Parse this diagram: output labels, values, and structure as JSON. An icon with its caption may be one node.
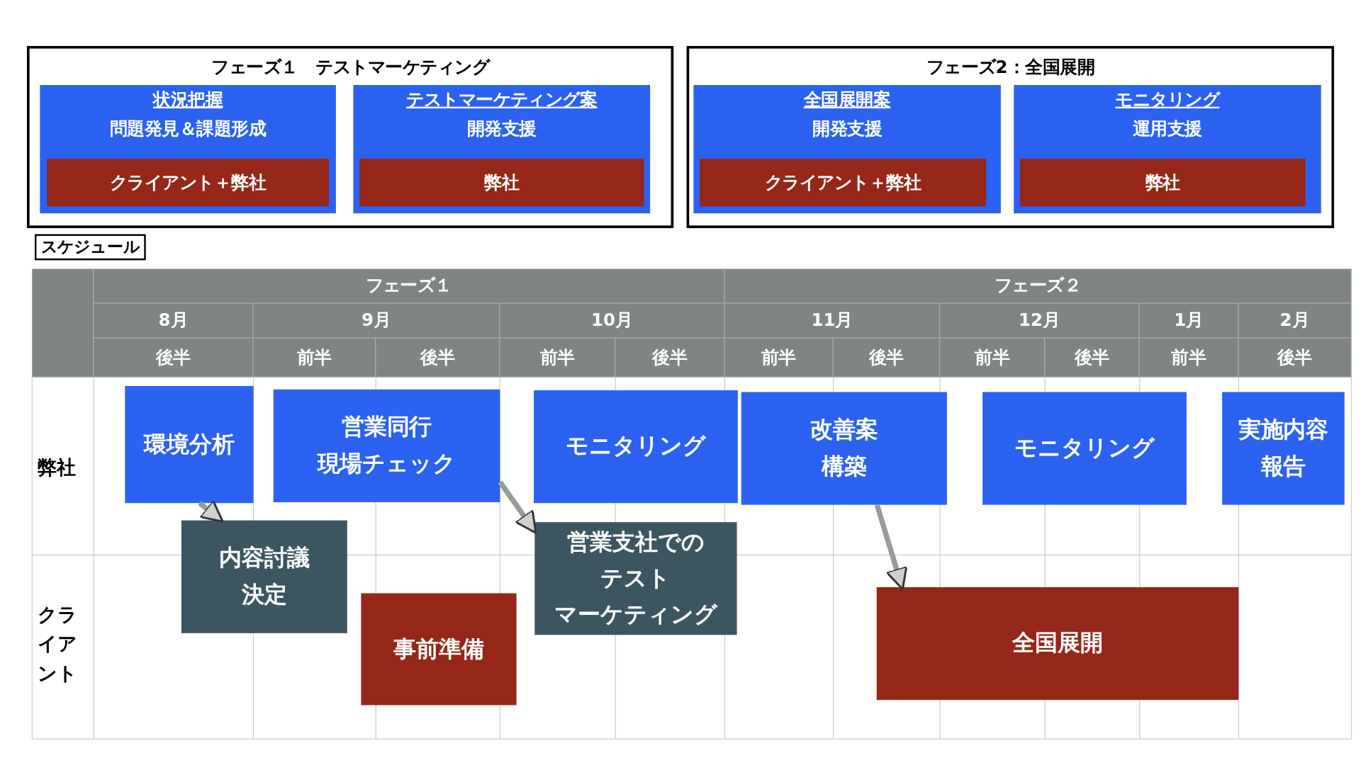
{
  "diagram": {
    "nodes": [
      {
        "text": [
          "フェーズ１　テストマーケティング"
        ]
      },
      {
        "text": [
          "状況把握",
          "問題発見＆課題形成"
        ],
        "in": 0
      },
      {
        "text": [
          "クライアント＋弊社"
        ],
        "in": 1
      },
      {
        "text": [
          "テストマーケティング案",
          "開発支援"
        ],
        "in": 0
      },
      {
        "text": [
          "弊社"
        ],
        "in": 3
      },
      {
        "text": [
          "フェーズ2：全国展開"
        ]
      },
      {
        "text": [
          "全国展開案",
          "開発支援"
        ],
        "in": 5
      },
      {
        "text": [
          "クライアント＋弊社"
        ],
        "in": 6
      },
      {
        "text": [
          "モニタリング",
          "運用支援"
        ],
        "in": 5
      },
      {
        "text": [
          "弊社"
        ],
        "in": 8
      },
      {
        "text": [
          "スケジュール"
        ]
      },
      {
        "text": [
          "環境分析"
        ]
      },
      {
        "text": [
          "営業同行現場チェック"
        ]
      },
      {
        "text": [
          "モニタリング"
        ]
      },
      {
        "text": [
          "改善案構築"
        ]
      },
      {
        "text": [
          "モニタリング"
        ]
      },
      {
        "text": [
          "実施内容報告"
        ]
      },
      {
        "text": [
          "内容討議決定"
        ]
      },
      {
        "text": [
          "事前準備"
        ]
      },
      {
        "text": [
          "営業支社でのテストマーケティング"
        ]
      },
      {
        "text": [
          "全国展開"
        ]
      }
    ],
    "edges": [
      {
        "from": 11,
        "to": 17,
        "arrow": "to"
      },
      {
        "from": 12,
        "to": 19,
        "arrow": "to"
      },
      {
        "from": 14,
        "to": 20,
        "arrow": "to"
      }
    ],
    "labels": [
      "フェーズ１",
      "フェーズ２",
      "8月",
      "9月",
      "10月",
      "11月",
      "12月",
      "1月",
      "2月",
      "後半",
      "前半",
      "後半",
      "前半",
      "後半",
      "前半",
      "後半",
      "前半",
      "後半",
      "前半",
      "後半",
      "弊社",
      "クライアント"
    ]
  }
}
